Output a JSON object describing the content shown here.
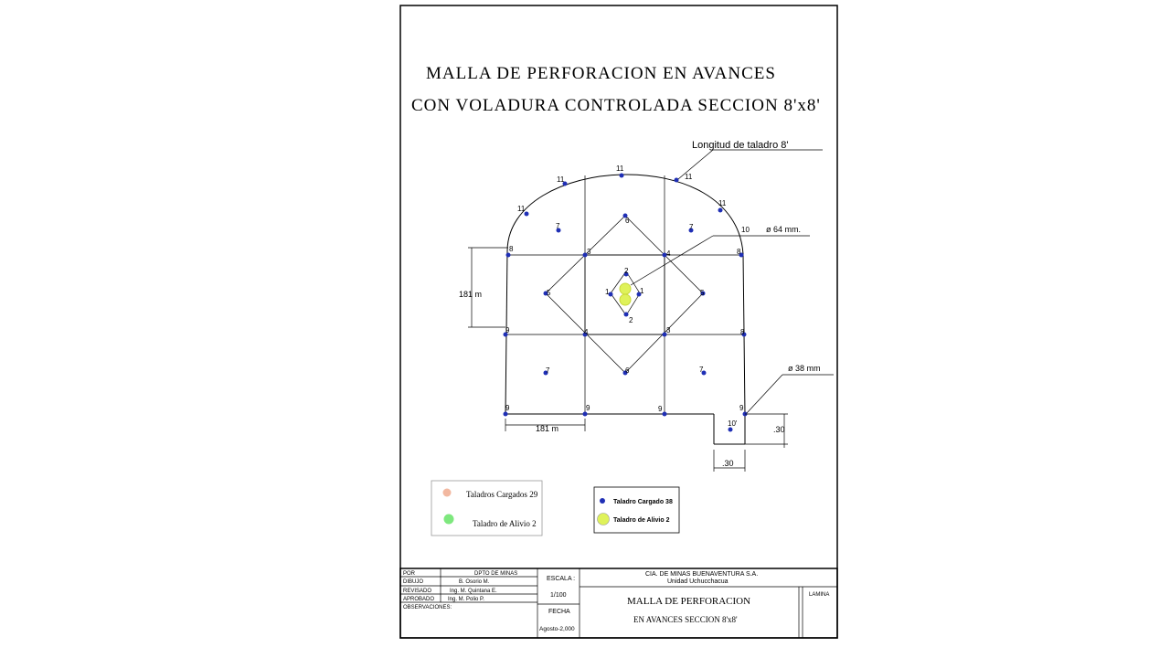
{
  "title": {
    "line1": "MALLA DE PERFORACION EN AVANCES",
    "line2": "CON VOLADURA CONTROLADA SECCION 8'x8'"
  },
  "annotations": {
    "longitud": "Longitud de taladro 8'",
    "diam_64": "ø 64 mm.",
    "diam_38": "ø 38 mm",
    "dim_181_v": "181 m",
    "dim_181_h": "181 m",
    "dim_030_v": ".30",
    "dim_030_h": ".30"
  },
  "hole_labels": {
    "n1": "1",
    "n2": "2",
    "n3": "3",
    "n4": "4",
    "n5": "5",
    "n6": "6",
    "n7": "7",
    "n8": "8",
    "n9": "9",
    "n10": "10",
    "n10p": "10'",
    "n11": "11"
  },
  "legend_left": {
    "item1": "Taladros Cargados 29",
    "item2": "Taladro de Alivio 2",
    "color1": "#f2b8a0",
    "color2": "#7ee87e"
  },
  "legend_right": {
    "item1": "Taladro Cargado 38",
    "item2": "Taladro de Alivio 2",
    "color1": "#1f2fb5",
    "color2": "#dff25a"
  },
  "title_block": {
    "por_label": "POR",
    "por_value": "DPTO DE MINAS",
    "dibujo_label": "DIBUJO",
    "dibujo_value": "B. Osorio M.",
    "revisado_label": "REVISADO",
    "revisado_value": "Ing. M. Quintana E.",
    "aprobado_label": "APROBADO",
    "aprobado_value": "Ing. M. Polio P.",
    "observaciones_label": "OBSERVACIONES:",
    "escala_label": "ESCALA :",
    "escala_value": "1/100",
    "fecha_label": "FECHA",
    "fecha_value": "Agosto-2,000",
    "company": "CIA. DE MINAS BUENAVENTURA S.A.",
    "unit": "Unidad Uchucchacua",
    "drawing_title1": "MALLA DE PERFORACION",
    "drawing_title2": "EN AVANCES SECCION 8'x8'",
    "lamina_label": "LAMINA"
  },
  "colors": {
    "hole": "#1f2fb5",
    "relief_hole": "#dff25a",
    "line": "#000000"
  }
}
